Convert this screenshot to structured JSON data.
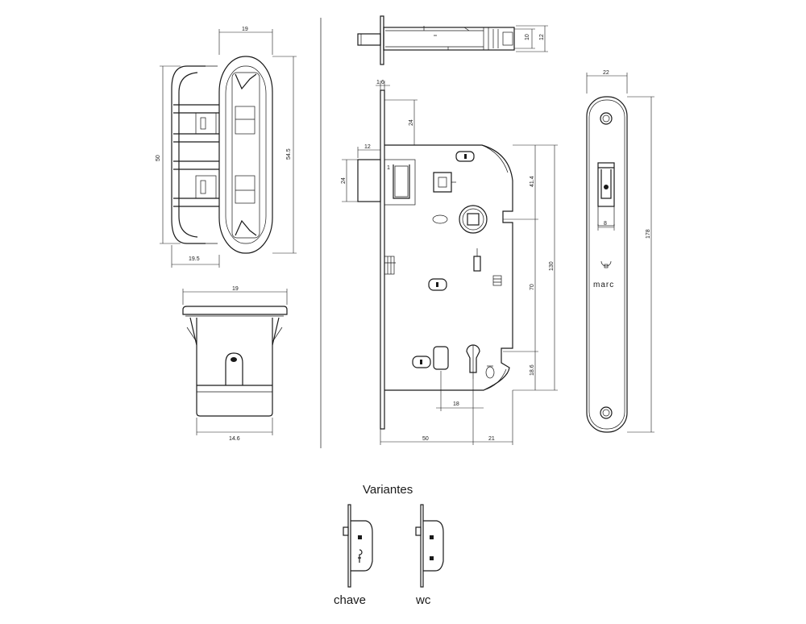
{
  "dimensions": {
    "latch_front_width": "19",
    "latch_front_height": "50",
    "latch_outer_height": "54.5",
    "latch_depth": "19.5",
    "latch_bottom_width": "19",
    "latch_bottom_base": "14.6",
    "top_view_h1": "10",
    "top_view_h2": "12",
    "faceplate_thickness": "1.6",
    "bolt_offset_top": "24",
    "bolt_projection": "12",
    "bolt_height": "24",
    "handle_offset": "41.4",
    "body_height": "130",
    "handle_to_key": "70",
    "key_to_bottom": "18.6",
    "key_spacing": "18",
    "backset": "50",
    "rear_width": "21",
    "plate_width": "22",
    "plate_height": "178",
    "square_size": "8"
  },
  "brand": "marc",
  "variants": {
    "title": "Variantes",
    "items": [
      "chave",
      "wc"
    ]
  }
}
